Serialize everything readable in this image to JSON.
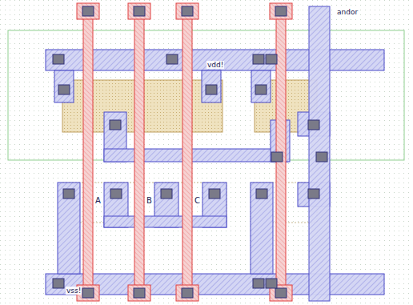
{
  "diagram": {
    "labels": [
      "andor",
      "vdd!",
      "A",
      "B",
      "C",
      "vss!"
    ]
  }
}
